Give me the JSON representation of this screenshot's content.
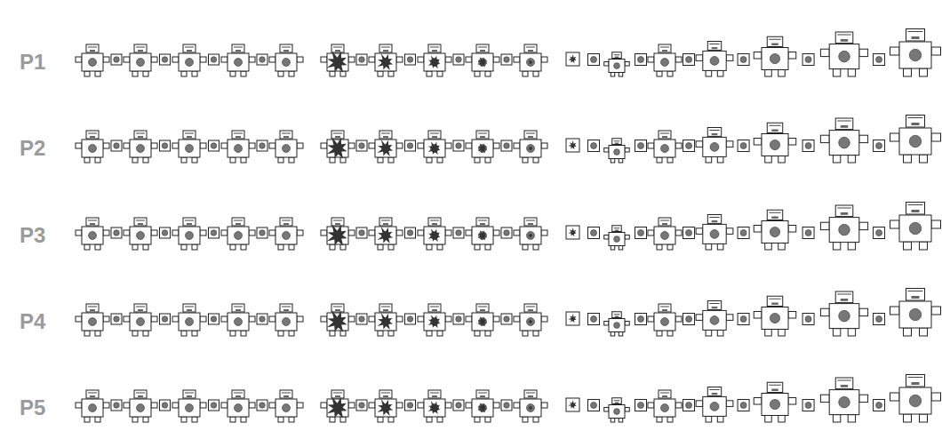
{
  "diagram": {
    "labels": [
      "P1",
      "P2",
      "P3",
      "P4",
      "P5"
    ]
  }
}
